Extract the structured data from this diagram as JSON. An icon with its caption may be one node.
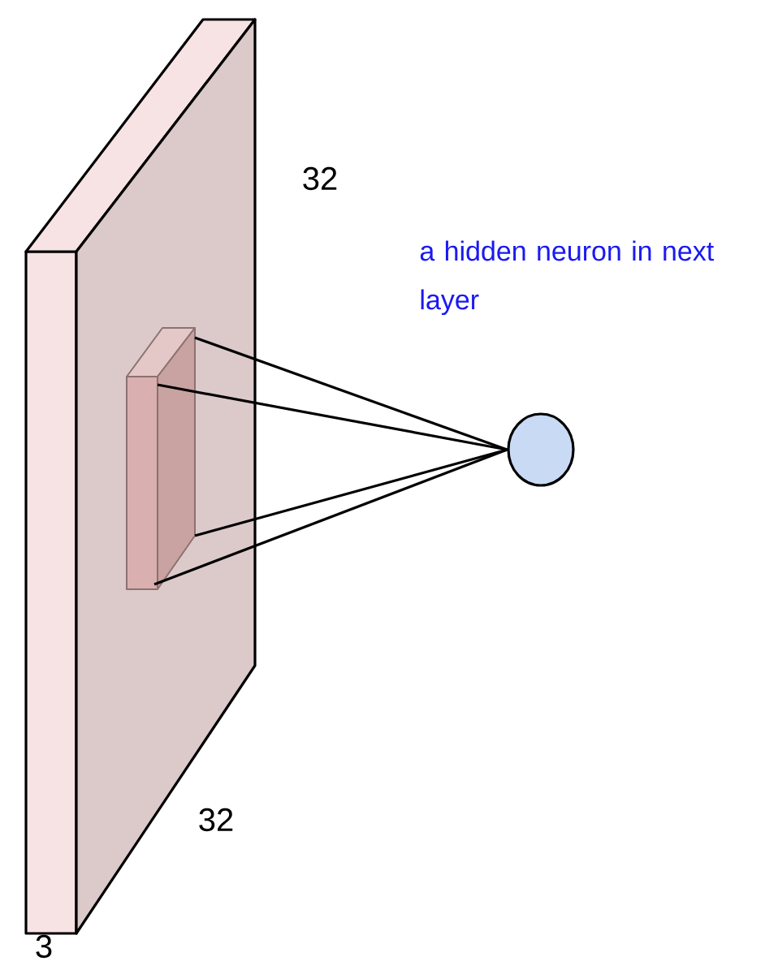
{
  "diagram": {
    "nodes": [
      {
        "text": [],
        "shape": "box"
      },
      {
        "text": [],
        "shape": "box",
        "in": 0
      },
      {
        "text": [],
        "shape": "circle",
        "beside": [
          "a hidden neuron in next layer"
        ]
      }
    ],
    "edges": [
      {
        "from": 1,
        "to": 2,
        "arrow": "none"
      },
      {
        "from": 1,
        "to": 2,
        "arrow": "none"
      },
      {
        "from": 1,
        "to": 2,
        "arrow": "none"
      },
      {
        "from": 1,
        "to": 2,
        "arrow": "none"
      }
    ],
    "labels": [
      "32",
      "32",
      "3"
    ]
  }
}
